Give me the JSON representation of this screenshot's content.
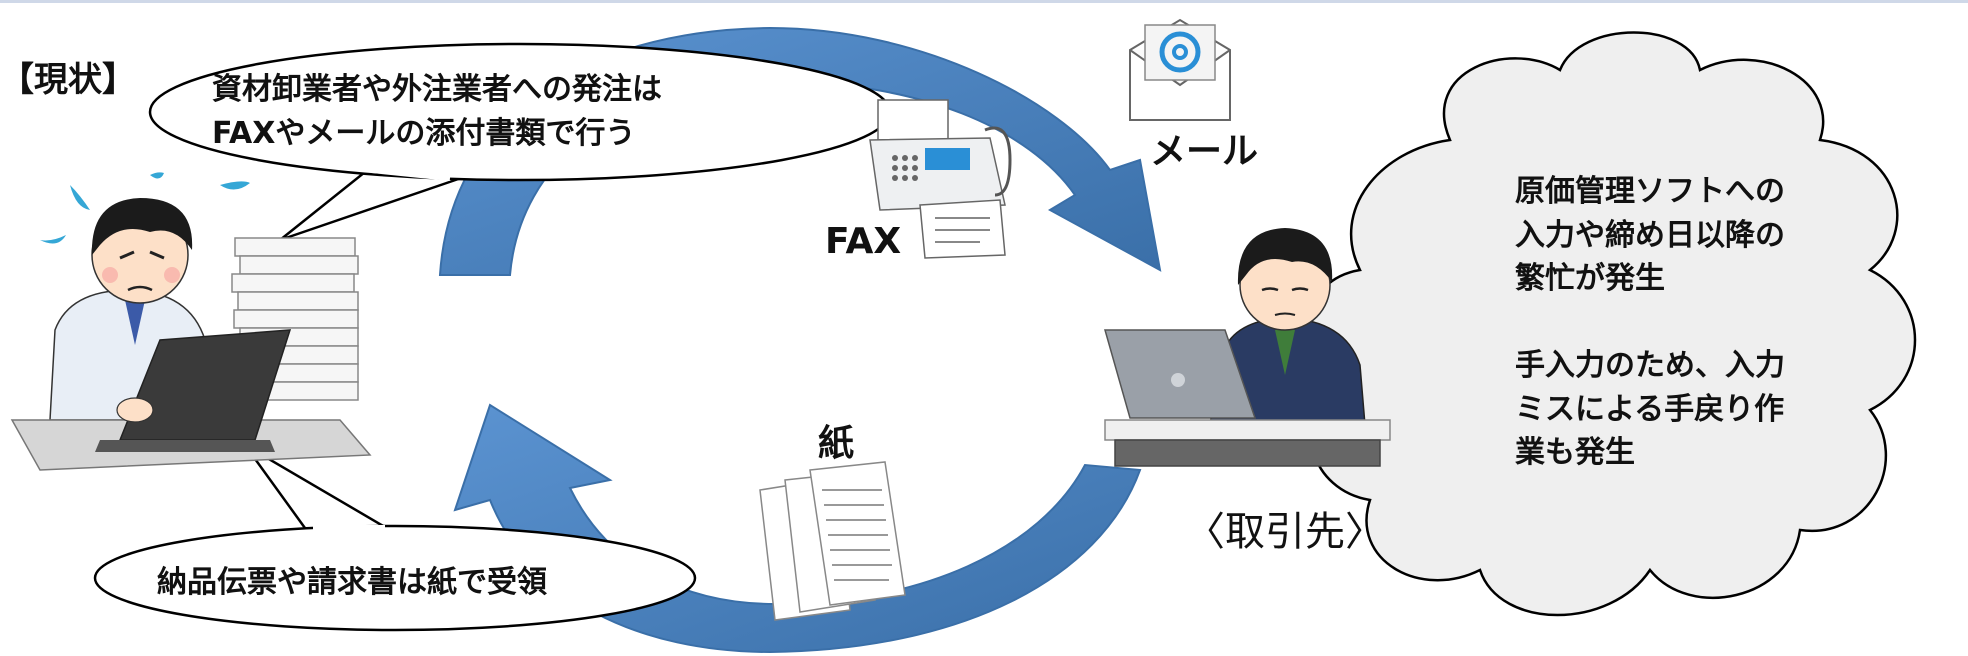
{
  "heading": "【現状】",
  "bubble_top": "資材卸業者や外注業者への発注は\nFAXやメールの添付書類で行う",
  "bubble_bottom": "納品伝票や請求書は紙で受領",
  "label_fax": "FAX",
  "label_mail": "メール",
  "label_paper": "紙",
  "label_partner": "〈取引先〉",
  "cloud_text": "原価管理ソフトへの\n入力や締め日以降の\n繁忙が発生\n\n手入力のため、入力\nミスによる手戻り作\n業も発生",
  "colors": {
    "arrow": "#4a86c8",
    "arrow_dark": "#3a6fa8",
    "cloud_fill": "#efefef",
    "stroke": "#000000"
  },
  "icons": [
    "worried-worker-icon",
    "tired-partner-icon",
    "fax-machine-icon",
    "email-envelope-icon",
    "paper-documents-icon"
  ]
}
